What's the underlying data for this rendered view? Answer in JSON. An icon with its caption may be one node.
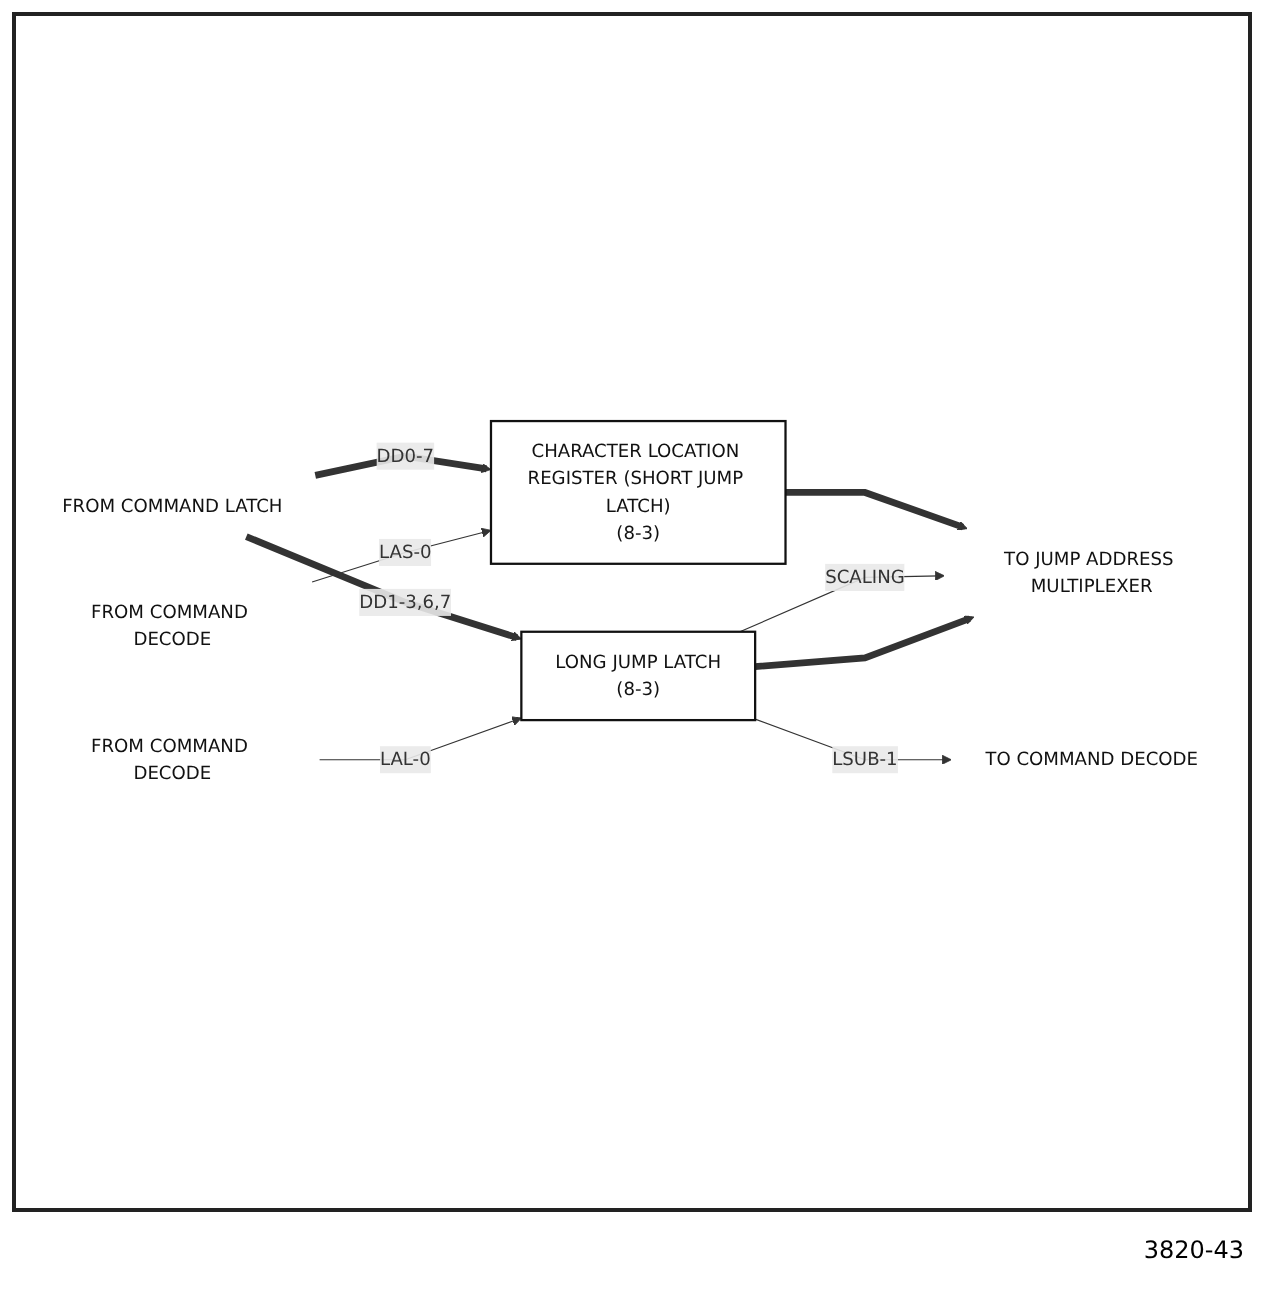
{
  "diagram": {
    "nodes": [
      {
        "text": [
          "FROM COMMAND LATCH"
        ]
      },
      {
        "text": [
          "CHARACTER LOCATION REGISTER (SHORT JUMP LATCH)",
          "(8-3)"
        ]
      },
      {
        "text": [
          "FROM COMMAND DECODE"
        ]
      },
      {
        "text": [
          "LONG JUMP LATCH",
          "(8-3)"
        ]
      },
      {
        "text": [
          "FROM COMMAND DECODE"
        ]
      },
      {
        "text": [
          "TO JUMP ADDRESS MULTIPLEXER"
        ]
      },
      {
        "text": [
          "TO COMMAND DECODE"
        ]
      }
    ],
    "edges": [
      {
        "from": 0,
        "to": 1,
        "arrow": "to",
        "label": "DD0-7",
        "style": "thick"
      },
      {
        "from": 2,
        "to": 1,
        "arrow": "to",
        "label": "LAS-0"
      },
      {
        "from": 0,
        "to": 3,
        "arrow": "to",
        "label": "DD1-3,6,7",
        "style": "thick"
      },
      {
        "from": 4,
        "to": 3,
        "arrow": "to",
        "label": "LAL-0"
      },
      {
        "from": 1,
        "to": 5,
        "arrow": "to",
        "style": "thick"
      },
      {
        "from": 3,
        "to": 5,
        "arrow": "to",
        "label": "SCALING"
      },
      {
        "from": 3,
        "to": 5,
        "arrow": "to",
        "style": "thick"
      },
      {
        "from": 3,
        "to": 6,
        "arrow": "to",
        "label": "LSUB-1"
      }
    ],
    "labels": [
      "3820-43"
    ]
  }
}
